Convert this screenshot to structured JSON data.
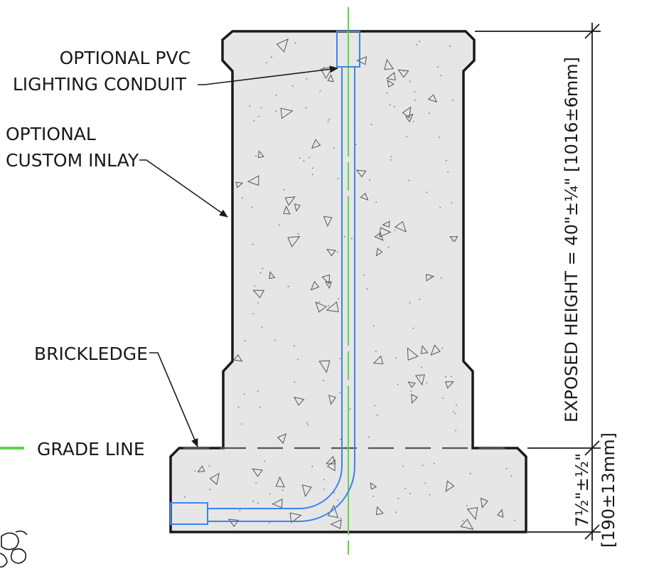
{
  "labels": {
    "pvc_line1": "OPTIONAL PVC",
    "pvc_line2": "LIGHTING CONDUIT",
    "inlay_line1": "OPTIONAL",
    "inlay_line2": "CUSTOM INLAY",
    "brickledge": "BRICKLEDGE",
    "grade_line": "GRADE LINE"
  },
  "dimensions": {
    "exposed_height": "EXPOSED HEIGHT = 40\"±¼\" [1016±6mm]",
    "base_height_imperial": "7½\"±½\"",
    "base_height_metric": "[190±13mm]"
  },
  "colors": {
    "concrete_fill": "#e6e6e6",
    "outline": "#1a1a1a",
    "conduit": "#3a86e8",
    "grade": "#5fd44a",
    "speckle": "#555555"
  }
}
